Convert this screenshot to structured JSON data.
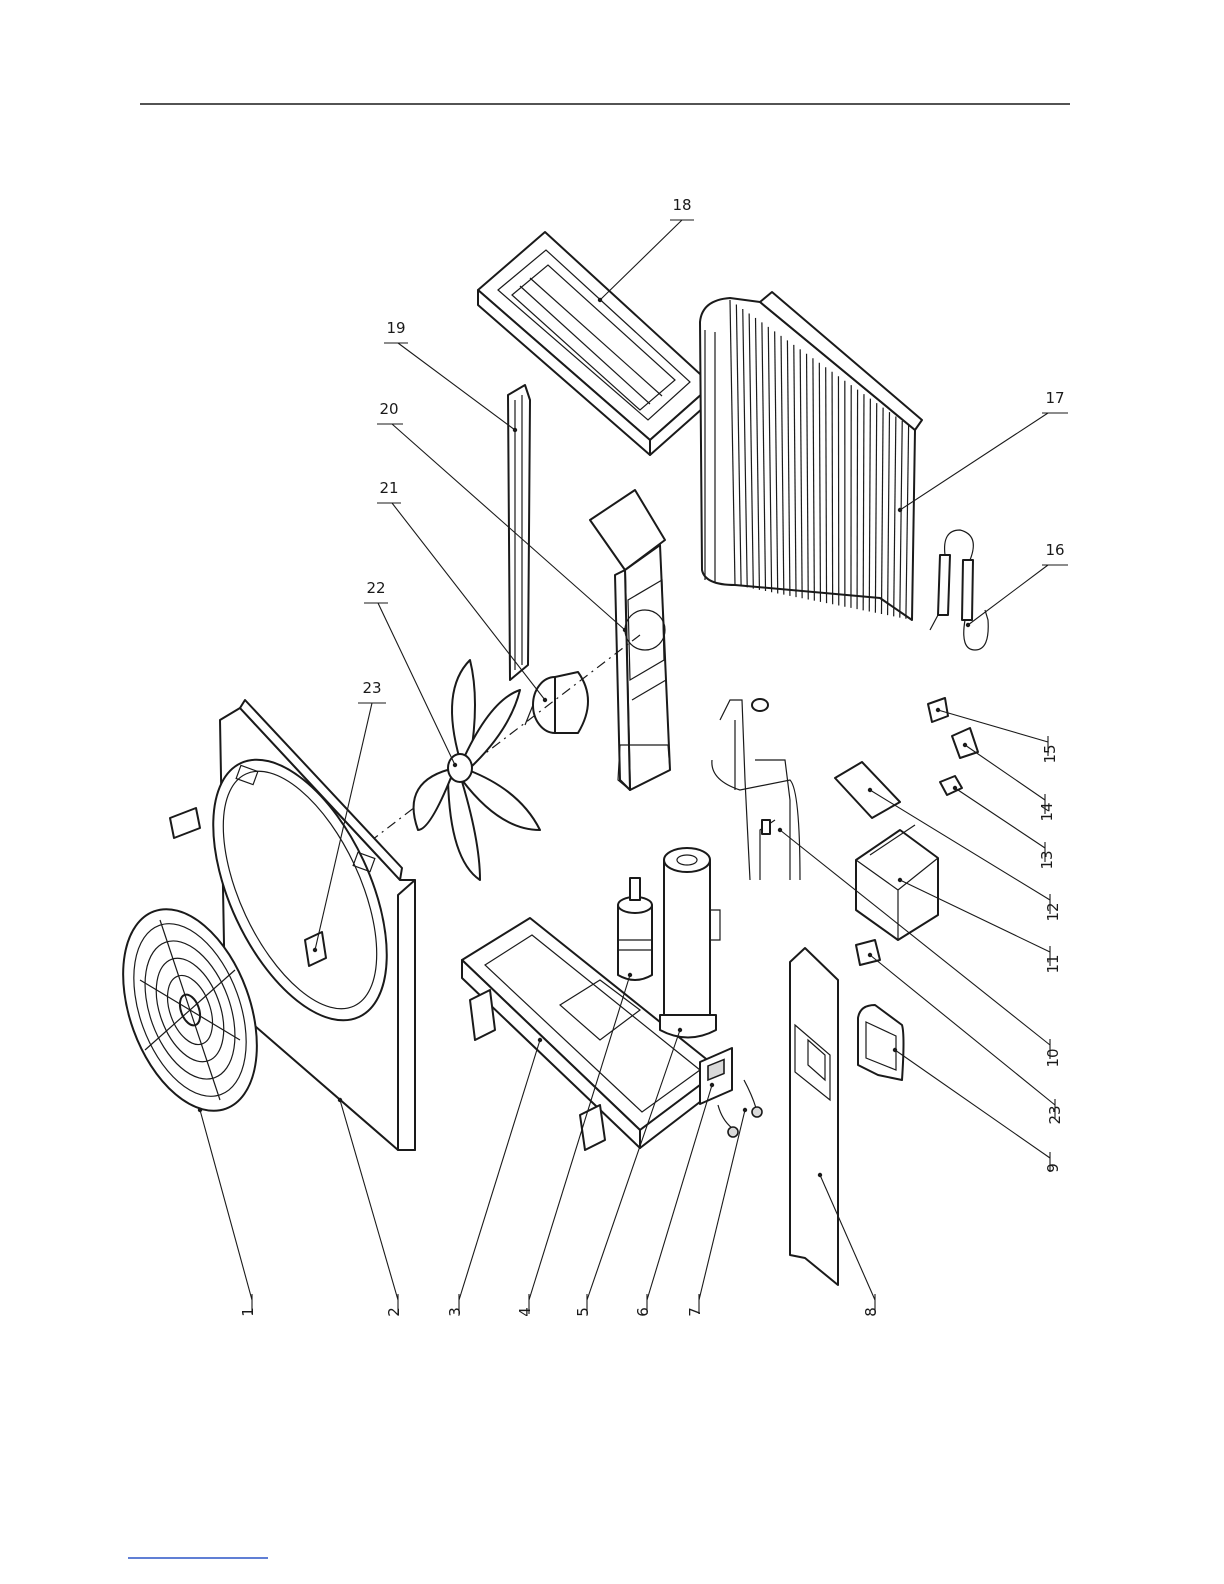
{
  "callouts": [
    {
      "label": "1"
    },
    {
      "label": "2"
    },
    {
      "label": "3"
    },
    {
      "label": "4"
    },
    {
      "label": "5"
    },
    {
      "label": "6"
    },
    {
      "label": "7"
    },
    {
      "label": "8"
    },
    {
      "label": "9"
    },
    {
      "label": "23"
    },
    {
      "label": "10"
    },
    {
      "label": "11"
    },
    {
      "label": "12"
    },
    {
      "label": "13"
    },
    {
      "label": "14"
    },
    {
      "label": "15"
    },
    {
      "label": "16"
    },
    {
      "label": "17"
    },
    {
      "label": "18"
    },
    {
      "label": "19"
    },
    {
      "label": "20"
    },
    {
      "label": "21"
    },
    {
      "label": "22"
    },
    {
      "label": "23"
    }
  ]
}
